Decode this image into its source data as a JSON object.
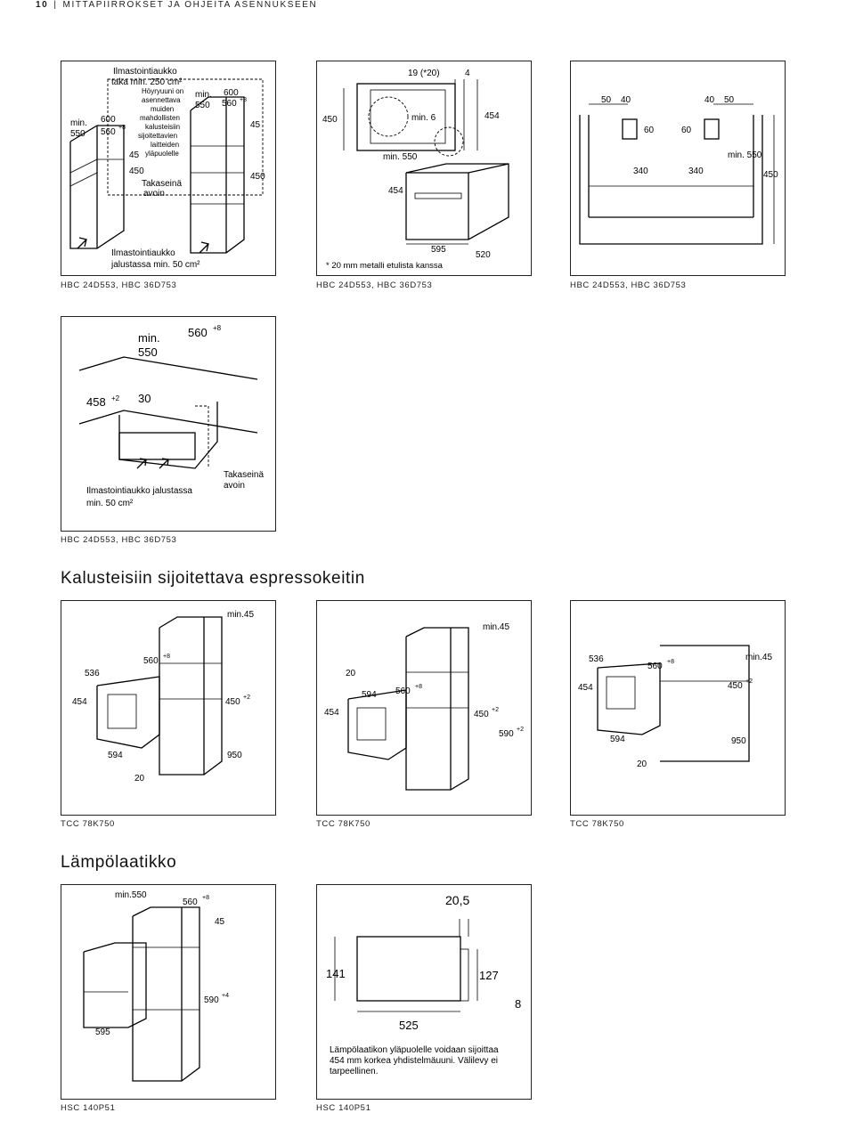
{
  "header": {
    "page_number": "10",
    "separator": "|",
    "title": "MITTAPIIRROKSET JA OHJEITA ASENNUKSEEN"
  },
  "row1": {
    "panel1": {
      "caption": "HBC 24D553, HBC 36D753",
      "vent_top_line1": "Ilmastointiaukko",
      "vent_top_line2": "taka min. 250 cm²",
      "steam_note": [
        "Höyryuuni on",
        "asennettava",
        "muiden",
        "mahdollisten",
        "kalusteisiin",
        "sijoitettavien",
        "laitteiden",
        "yläpuolelle"
      ],
      "rear_open_1": "Takaseinä",
      "rear_open_2": "avoin",
      "vent_bottom_line1": "Ilmastointiaukko",
      "vent_bottom_line2": "jalustassa min. 50 cm²",
      "dims": {
        "min": "min.",
        "d550": "550",
        "d600": "600",
        "d560": "560",
        "sup8": "+8",
        "d45": "45",
        "d450": "450"
      }
    },
    "panel2": {
      "caption": "HBC 24D553, HBC 36D753",
      "d19": "19 (*20)",
      "d4": "4",
      "d450": "450",
      "min6": "min. 6",
      "d454": "454",
      "min550": "min. 550",
      "d454b": "454",
      "d595": "595",
      "d520": "520",
      "footnote": "* 20 mm metalli etulista kanssa"
    },
    "panel3": {
      "caption": "HBC 24D553, HBC 36D753",
      "d50a": "50",
      "d40a": "40",
      "d40b": "40",
      "d50b": "50",
      "d60a": "60",
      "d60b": "60",
      "d340a": "340",
      "d340b": "340",
      "min550": "min. 550",
      "d450": "450"
    }
  },
  "row2": {
    "panel1": {
      "caption": "HBC 24D553, HBC 36D753",
      "min": "min.",
      "d550": "550",
      "d560": "560",
      "sup8": "+8",
      "d458": "458",
      "sup2": "+2",
      "d30": "30",
      "vent_line1": "Ilmastointiaukko jalustassa",
      "vent_line2": "min. 50 cm²",
      "rear_1": "Takaseinä",
      "rear_2": "avoin"
    }
  },
  "section_espresso": {
    "title": "Kalusteisiin sijoitettava espressokeitin",
    "panel1": {
      "caption": "TCC 78K750",
      "min45": "min.45",
      "d560": "560",
      "sup8": "+8",
      "d536": "536",
      "d454": "454",
      "d450": "450",
      "sup2": "+2",
      "d594": "594",
      "d950": "950",
      "d20": "20"
    },
    "panel2": {
      "caption": "TCC 78K750",
      "min45": "min.45",
      "d20": "20",
      "d594": "594",
      "d560": "560",
      "sup8": "+8",
      "d454": "454",
      "d450": "450",
      "sup2": "+2",
      "d590": "590",
      "sup2b": "+2"
    },
    "panel3": {
      "caption": "TCC 78K750",
      "d536": "536",
      "d560": "560",
      "sup8": "+8",
      "min45": "min.45",
      "d454": "454",
      "d450": "450",
      "sup2": "+2",
      "d594": "594",
      "d950": "950",
      "d20": "20"
    }
  },
  "section_heater": {
    "title": "Lämpölaatikko",
    "panel1": {
      "caption": "HSC 140P51",
      "min550": "min.550",
      "d560": "560",
      "sup8": "+8",
      "d45": "45",
      "d590": "590",
      "sup4": "+4",
      "d595": "595"
    },
    "panel2": {
      "caption": "HSC 140P51",
      "d20_5": "20,5",
      "d141": "141",
      "d127": "127",
      "d8": "8",
      "d525": "525",
      "note": [
        "Lämpölaatikon yläpuolelle voidaan sijoittaa",
        "454 mm korkea yhdistelmäuuni. Välilevy ei",
        "tarpeellinen."
      ]
    }
  }
}
